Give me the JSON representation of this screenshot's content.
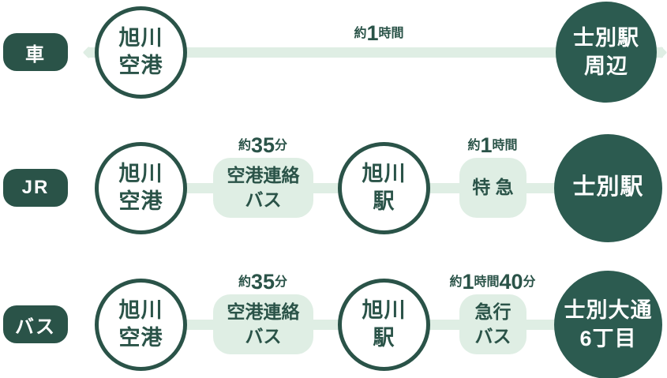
{
  "colors": {
    "dark": "#2A5348",
    "dark_circle": "#2C5B50",
    "pale_green": "#DFEEE4",
    "background": "#FFFFFF",
    "text_on_dark": "#FFFFFF"
  },
  "rows": [
    {
      "mode_label": "車",
      "from": {
        "lines": [
          "旭川",
          "空港"
        ]
      },
      "duration": "約1時間",
      "to": {
        "lines": [
          "士別駅",
          "周辺"
        ]
      }
    },
    {
      "mode_label": "JR",
      "from": {
        "lines": [
          "旭川",
          "空港"
        ]
      },
      "leg1": {
        "duration": "約35分",
        "vehicle_lines": [
          "空港連絡",
          "バス"
        ]
      },
      "via": {
        "lines": [
          "旭川",
          "駅"
        ]
      },
      "leg2": {
        "duration": "約1時間",
        "vehicle_lines": [
          "特 急"
        ]
      },
      "to": {
        "lines": [
          "士別駅"
        ]
      }
    },
    {
      "mode_label": "バス",
      "from": {
        "lines": [
          "旭川",
          "空港"
        ]
      },
      "leg1": {
        "duration": "約35分",
        "vehicle_lines": [
          "空港連絡",
          "バス"
        ]
      },
      "via": {
        "lines": [
          "旭川",
          "駅"
        ]
      },
      "leg2": {
        "duration": "約1時間40分",
        "vehicle_lines": [
          "急行",
          "バス"
        ]
      },
      "to": {
        "lines": [
          "士別大通",
          "6丁目"
        ]
      }
    }
  ]
}
